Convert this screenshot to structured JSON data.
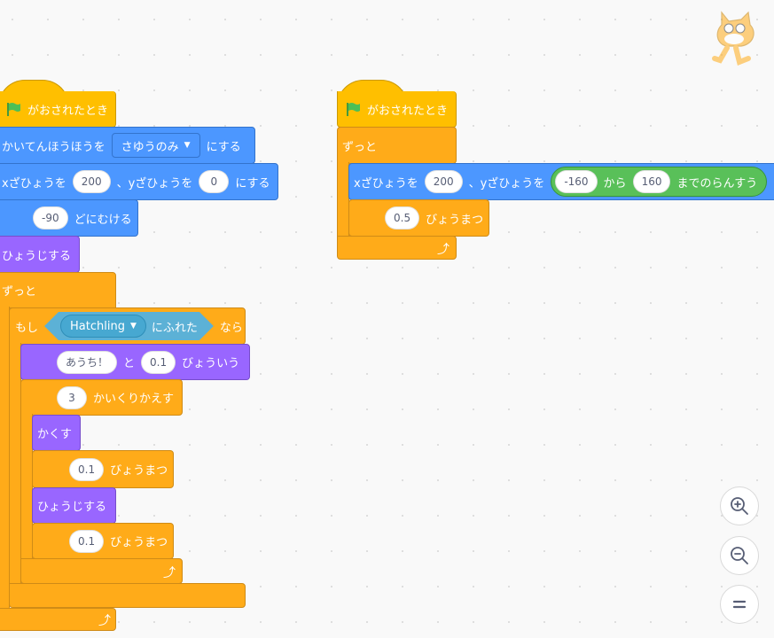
{
  "colors": {
    "events": "#FFBF00",
    "control": "#FFAB19",
    "motion": "#4C97FF",
    "looks": "#9966FF",
    "sensing": "#5CB1D6",
    "operators": "#59C059",
    "flag": "#4CBF56"
  },
  "script1": {
    "hat": {
      "label": "がおされたとき",
      "icon": "green-flag-icon"
    },
    "rotation": {
      "label": "かいてんほうほうを",
      "dropdown": "さゆうのみ",
      "suffix": "にする"
    },
    "goto": {
      "label_x": "xざひょうを",
      "x": "200",
      "label_y": "、yざひょうを",
      "y": "0",
      "suffix": "にする"
    },
    "point": {
      "value": "-90",
      "label": "どにむける"
    },
    "show1": {
      "label": "ひょうじする"
    },
    "forever": {
      "label": "ずっと",
      "icon": "loop-arrow-icon"
    },
    "if": {
      "label": "もし",
      "sensing_dropdown": "Hatchling",
      "sensing_label": "にふれた",
      "suffix": "なら"
    },
    "say": {
      "message": "あうち！",
      "label_and": "と",
      "secs": "0.1",
      "suffix": "びょういう"
    },
    "repeat": {
      "count": "3",
      "label": "かいくりかえす",
      "icon": "loop-arrow-icon"
    },
    "hide": {
      "label": "かくす"
    },
    "wait1": {
      "secs": "0.1",
      "label": "びょうまつ"
    },
    "show2": {
      "label": "ひょうじする"
    },
    "wait2": {
      "secs": "0.1",
      "label": "びょうまつ"
    }
  },
  "script2": {
    "hat": {
      "label": "がおされたとき",
      "icon": "green-flag-icon"
    },
    "forever": {
      "label": "ずっと",
      "icon": "loop-arrow-icon"
    },
    "goto": {
      "label_x": "xざひょうを",
      "x": "200",
      "label_y": "、yざひょうを",
      "rand_from": "-160",
      "rand_mid": "から",
      "rand_to": "160",
      "rand_suffix": "までのらんすう"
    },
    "wait": {
      "secs": "0.5",
      "label": "びょうまつ"
    }
  },
  "zoom_controls": {
    "zoom_in": "zoom-in-icon",
    "zoom_out": "zoom-out-icon",
    "reset": "zoom-reset-icon"
  }
}
